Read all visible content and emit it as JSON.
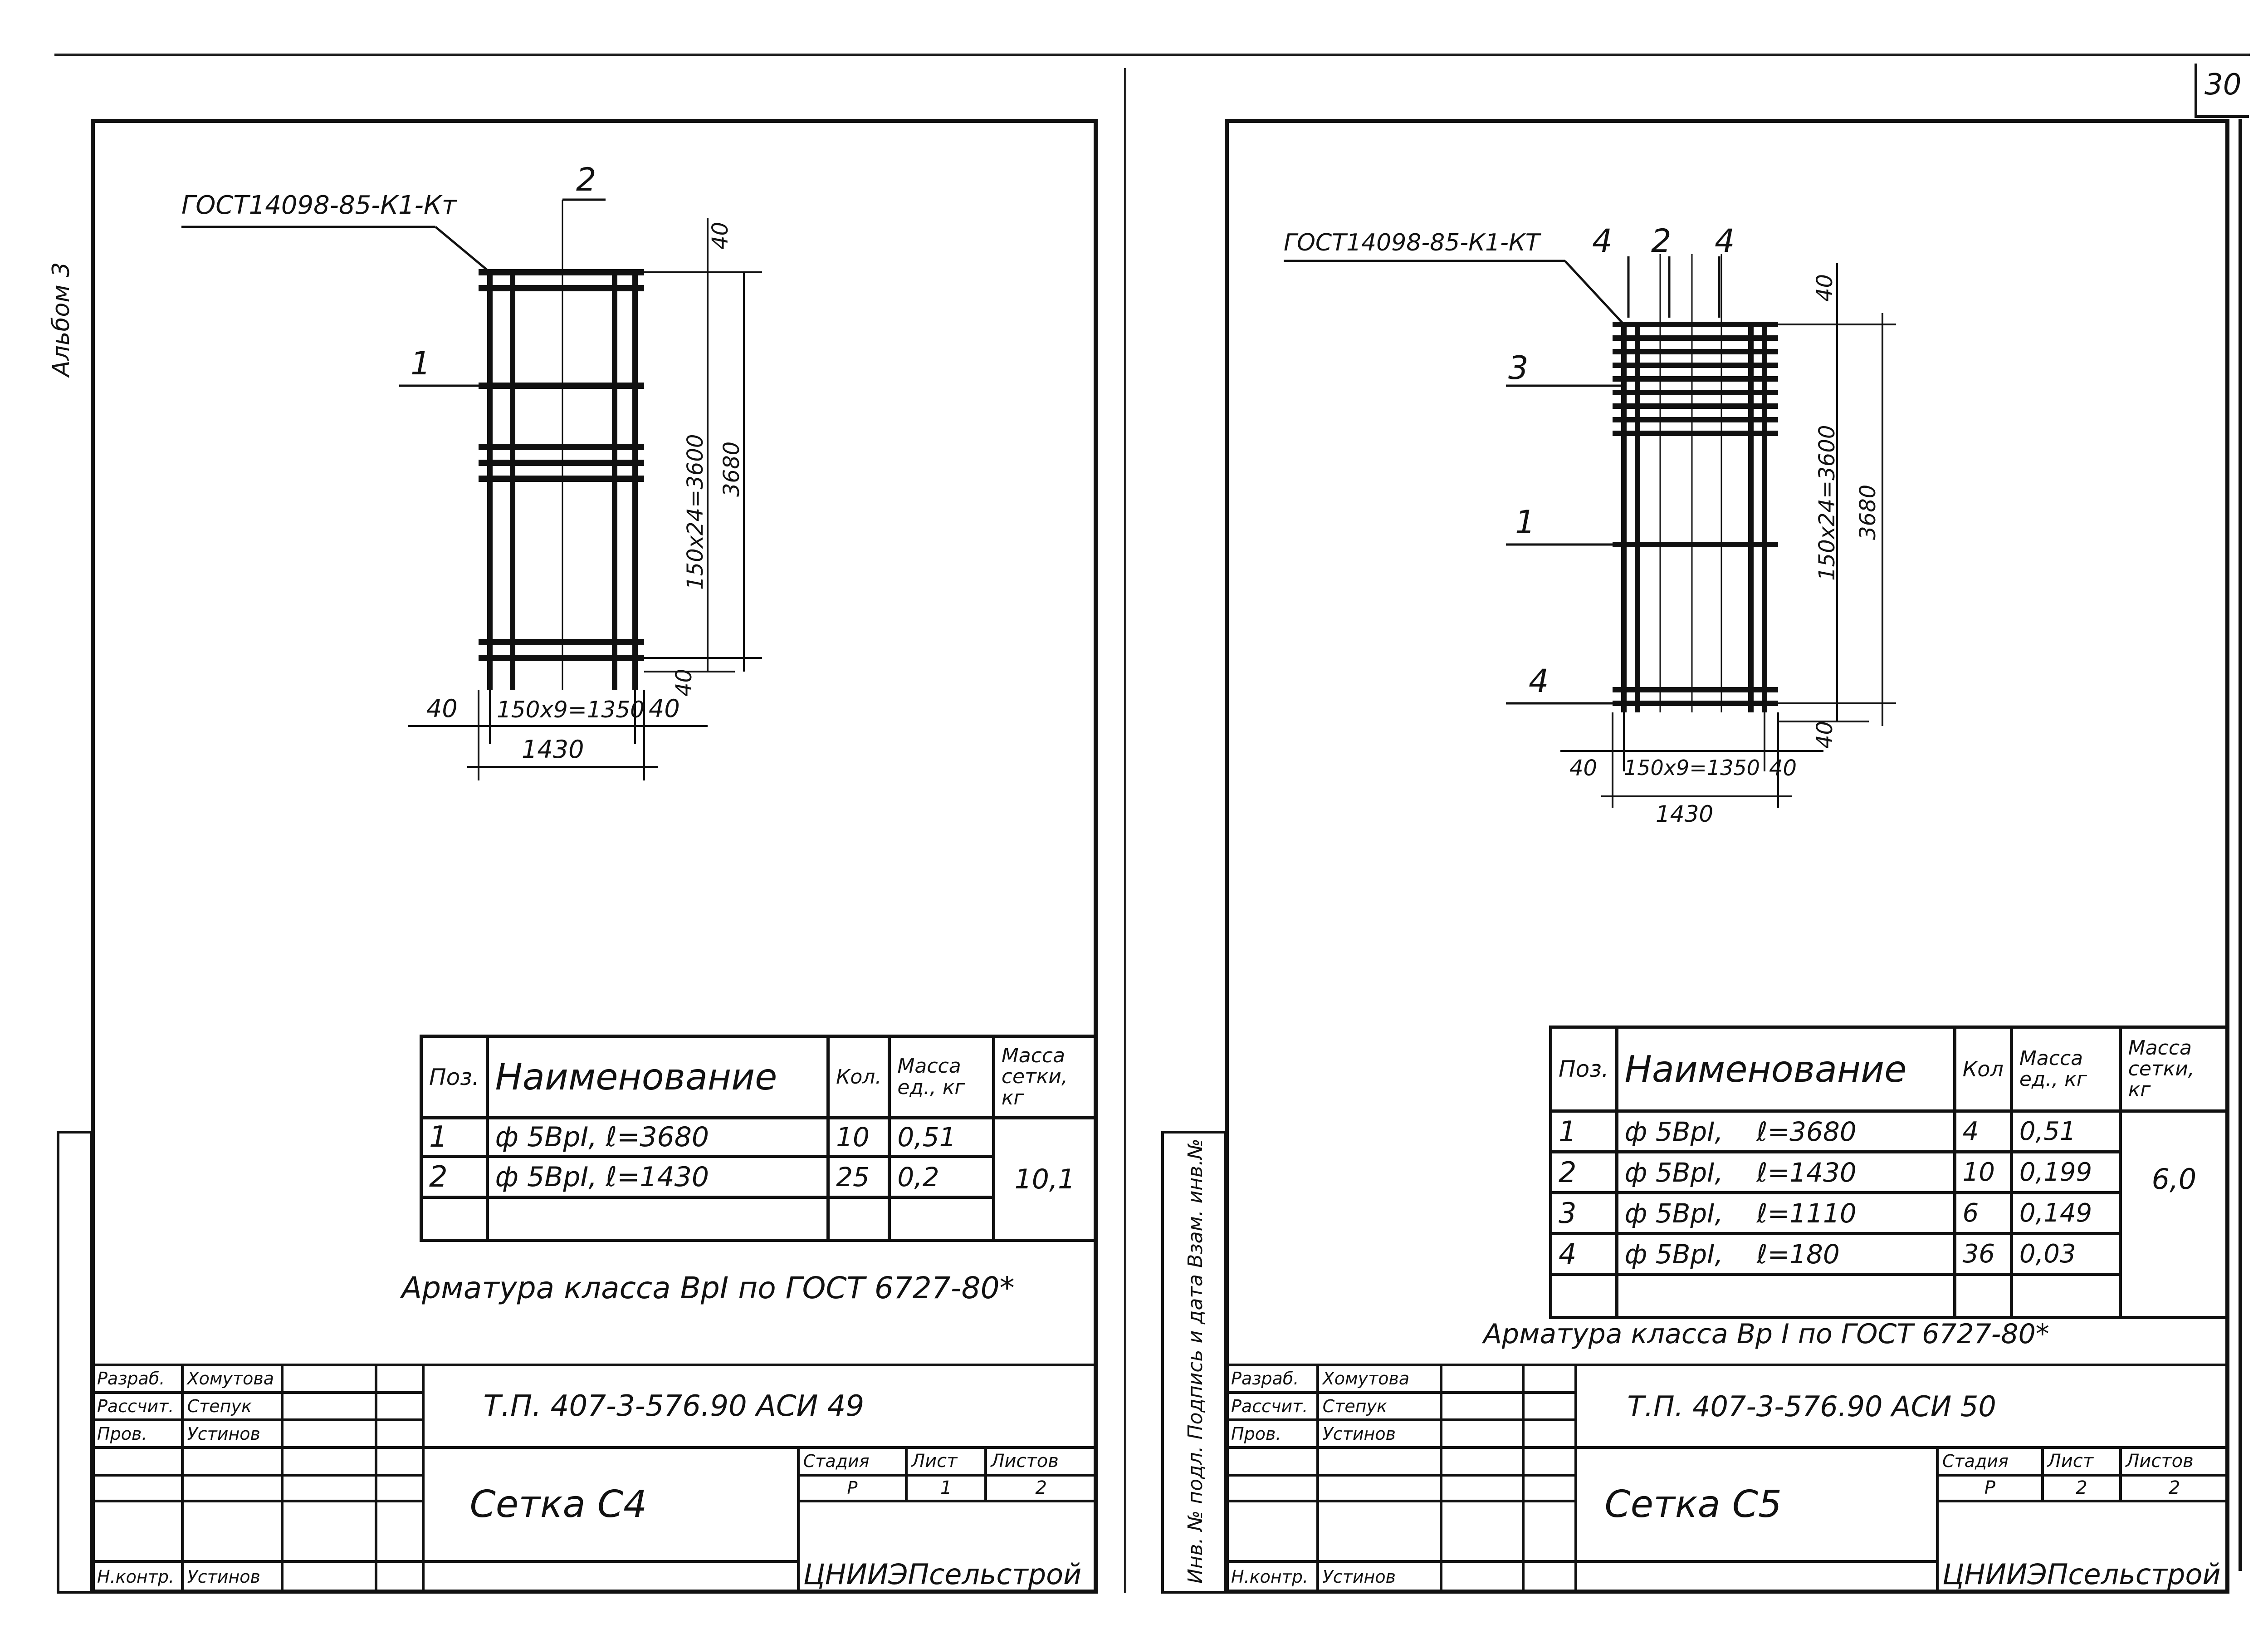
{
  "page": {
    "number": "30"
  },
  "side": {
    "album_label": "Альбом 3",
    "stamp_label": "Инв. № подл. Подпись и дата Взам. инв.№"
  },
  "left": {
    "gost": "ГОСТ14098-85-К1-Кт",
    "labels": {
      "pos1": "1",
      "pos2": "2"
    },
    "dims": {
      "top": "40",
      "height_step": "150x24=3600",
      "height_total": "3680",
      "bottom": "40",
      "left": "40",
      "width_step": "150x9=1350",
      "right": "40",
      "width_total": "1430"
    },
    "spec": {
      "headers": {
        "pos": "Поз.",
        "name": "Наименование",
        "qty": "Кол.",
        "mass_unit": "Масса ед., кг",
        "mass_net": "Масса сетки, кг"
      },
      "rows": [
        {
          "pos": "1",
          "name": "ф 5ВрI, ℓ=3680",
          "qty": "10",
          "mass": "0,51"
        },
        {
          "pos": "2",
          "name": "ф 5ВрI, ℓ=1430",
          "qty": "25",
          "mass": "0,2"
        }
      ],
      "total": "10,1"
    },
    "note": "Арматура класса ВрI по ГОСТ 6727-80*",
    "title_block": {
      "roles": [
        "Разраб.",
        "Рассчит.",
        "Пров.",
        "",
        "",
        "Н.контр."
      ],
      "names": [
        "Хомутова",
        "Степук",
        "Устинов",
        "",
        "",
        "Устинов"
      ],
      "code": "Т.П. 407-3-576.90 АСИ 49",
      "name": "Сетка С4",
      "stage_h": "Стадия",
      "sheet_h": "Лист",
      "sheets_h": "Листов",
      "stage": "Р",
      "sheet": "1",
      "sheets": "2",
      "org": "ЦНИИЭПсельстрой"
    }
  },
  "right": {
    "gost": "ГОСТ14098-85-К1-КТ",
    "labels": {
      "pos4a": "4",
      "pos2": "2",
      "pos4b": "4",
      "pos3": "3",
      "pos1": "1",
      "pos4c": "4"
    },
    "dims": {
      "top": "40",
      "height_step": "150x24=3600",
      "height_total": "3680",
      "bottom": "40",
      "left": "40",
      "width_step": "150x9=1350",
      "right": "40",
      "width_total": "1430"
    },
    "spec": {
      "headers": {
        "pos": "Поз.",
        "name": "Наименование",
        "qty": "Кол",
        "mass_unit": "Масса ед., кг",
        "mass_net": "Масса сетки, кг"
      },
      "rows": [
        {
          "pos": "1",
          "name": "ф 5ВрI,    ℓ=3680",
          "qty": "4",
          "mass": "0,51"
        },
        {
          "pos": "2",
          "name": "ф 5ВрI,    ℓ=1430",
          "qty": "10",
          "mass": "0,199"
        },
        {
          "pos": "3",
          "name": "ф 5ВрI,    ℓ=1110",
          "qty": "6",
          "mass": "0,149"
        },
        {
          "pos": "4",
          "name": "ф 5ВрI,    ℓ=180",
          "qty": "36",
          "mass": "0,03"
        }
      ],
      "total": "6,0"
    },
    "note": "Арматура класса Вр I по ГОСТ 6727-80*",
    "title_block": {
      "roles": [
        "Разраб.",
        "Рассчит.",
        "Пров.",
        "",
        "",
        "Н.контр."
      ],
      "names": [
        "Хомутова",
        "Степук",
        "Устинов",
        "",
        "",
        "Устинов"
      ],
      "code": "Т.П. 407-3-576.90 АСИ 50",
      "name": "Сетка С5",
      "stage_h": "Стадия",
      "sheet_h": "Лист",
      "sheets_h": "Листов",
      "stage": "Р",
      "sheet": "2",
      "sheets": "2",
      "org": "ЦНИИЭПсельстрой"
    }
  }
}
